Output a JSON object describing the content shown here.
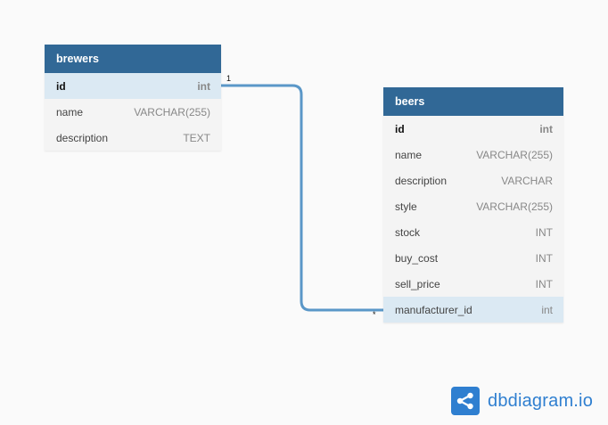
{
  "tables": {
    "brewers": {
      "name": "brewers",
      "columns": [
        {
          "name": "id",
          "type": "int"
        },
        {
          "name": "name",
          "type": "VARCHAR(255)"
        },
        {
          "name": "description",
          "type": "TEXT"
        }
      ]
    },
    "beers": {
      "name": "beers",
      "columns": [
        {
          "name": "id",
          "type": "int"
        },
        {
          "name": "name",
          "type": "VARCHAR(255)"
        },
        {
          "name": "description",
          "type": "VARCHAR"
        },
        {
          "name": "style",
          "type": "VARCHAR(255)"
        },
        {
          "name": "stock",
          "type": "INT"
        },
        {
          "name": "buy_cost",
          "type": "INT"
        },
        {
          "name": "sell_price",
          "type": "INT"
        },
        {
          "name": "manufacturer_id",
          "type": "int"
        }
      ]
    }
  },
  "relationship": {
    "from_cardinality": "1",
    "to_cardinality": "*"
  },
  "branding": {
    "text": "dbdiagram.io",
    "logo_icon": "share-nodes-icon",
    "color": "#2f7fd0"
  },
  "colors": {
    "header": "#316896",
    "link": "#5a97c8",
    "highlight_row": "#dbe9f3"
  }
}
